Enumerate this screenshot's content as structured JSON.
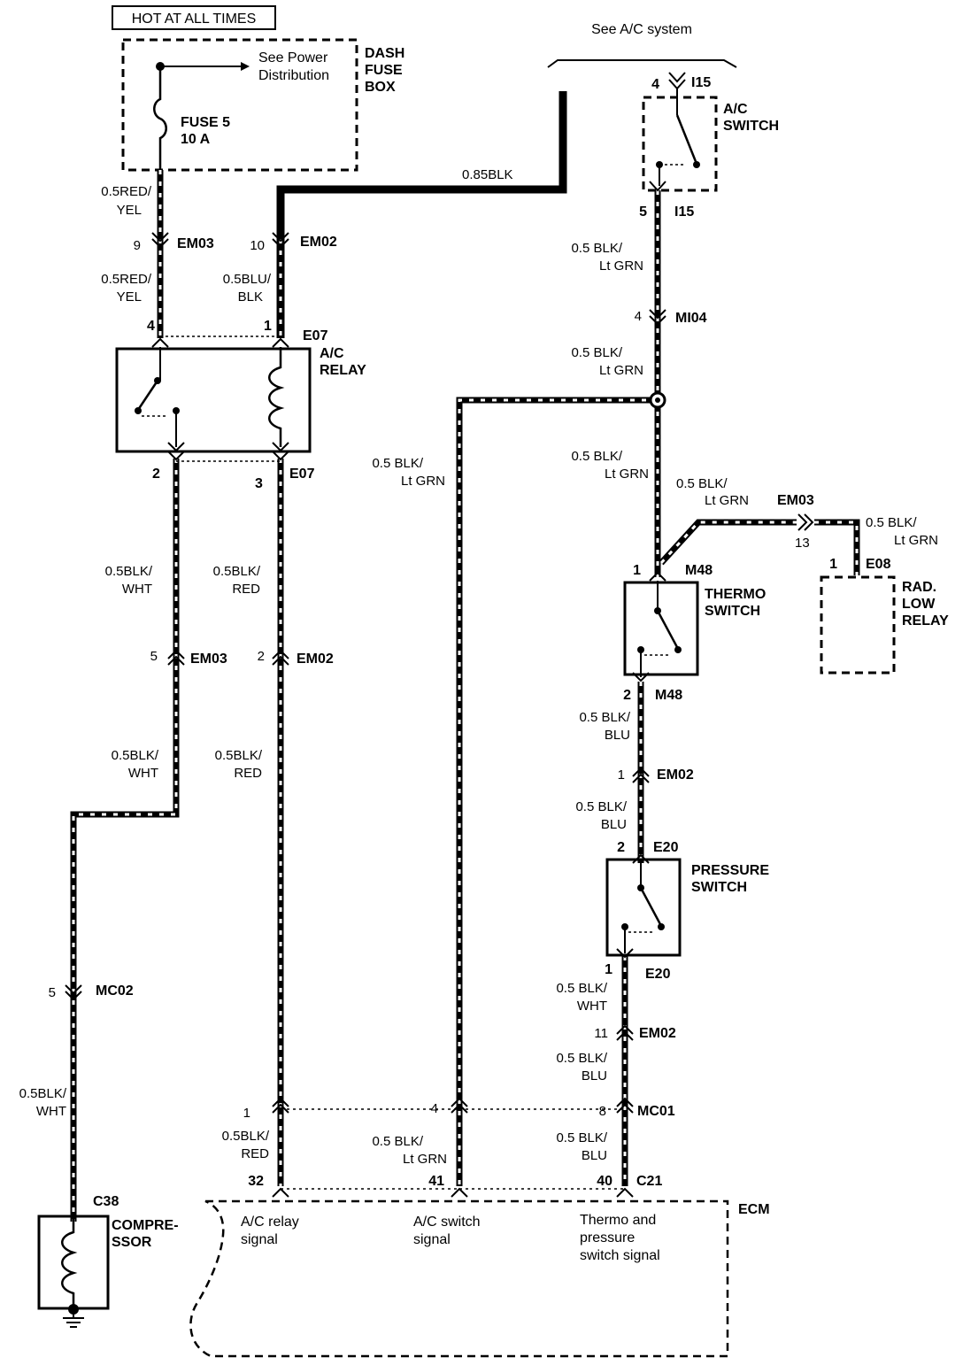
{
  "header": {
    "hot_label": "HOT AT ALL TIMES",
    "see_ac": "See A/C system"
  },
  "fuse_box": {
    "see_power": [
      "See Power",
      "Distribution"
    ],
    "name": [
      "DASH",
      "FUSE",
      "BOX"
    ],
    "fuse": [
      "FUSE 5",
      "10 A"
    ]
  },
  "components": {
    "ac_switch": {
      "name": [
        "A/C",
        "SWITCH"
      ],
      "conn_top": "I15",
      "pin_top": "4",
      "conn_bottom": "I15",
      "pin_bottom": "5"
    },
    "ac_relay": {
      "name": [
        "A/C",
        "RELAY"
      ],
      "conn_top": "E07",
      "conn_bottom": "E07",
      "pins": [
        "4",
        "1",
        "2",
        "3"
      ]
    },
    "thermo": {
      "name": [
        "THERMO",
        "SWITCH"
      ],
      "conn_top": "M48",
      "pin_top": "1",
      "conn_bottom": "M48",
      "pin_bottom": "2"
    },
    "rad_relay": {
      "name": [
        "RAD.",
        "LOW",
        "RELAY"
      ],
      "conn": "E08",
      "pin": "1"
    },
    "pressure": {
      "name": [
        "PRESSURE",
        "SWITCH"
      ],
      "conn_top": "E20",
      "pin_top": "2",
      "conn_bottom": "E20",
      "pin_bottom": "1"
    },
    "compressor": {
      "name": [
        "COMPRE-",
        "SSOR"
      ],
      "conn": "C38"
    },
    "ecm": {
      "name": "ECM",
      "conn": "C21",
      "pins": [
        "32",
        "41",
        "40"
      ],
      "signals": [
        [
          "A/C relay",
          "signal"
        ],
        [
          "A/C switch",
          "signal"
        ],
        [
          "Thermo and",
          "pressure",
          "switch signal"
        ]
      ]
    }
  },
  "wires": [
    [
      "0.5RED/",
      "YEL"
    ],
    [
      "0.5RED/",
      "YEL"
    ],
    [
      "0.85BLK"
    ],
    [
      "0.5BLU/",
      "BLK"
    ],
    [
      "0.5 BLK/",
      "Lt GRN"
    ],
    [
      "0.5 BLK/",
      "Lt GRN"
    ],
    [
      "0.5 BLK/",
      "Lt GRN"
    ],
    [
      "0.5 BLK/",
      "Lt GRN"
    ],
    [
      "0.5 BLK/",
      "Lt GRN"
    ],
    [
      "0.5 BLK/",
      "Lt GRN"
    ],
    [
      "0.5BLK/",
      "WHT"
    ],
    [
      "0.5BLK/",
      "RED"
    ],
    [
      "0.5BLK/",
      "WHT"
    ],
    [
      "0.5BLK/",
      "RED"
    ],
    [
      "0.5BLK/",
      "WHT"
    ],
    [
      "0.5 BLK/",
      "BLU"
    ],
    [
      "0.5 BLK/",
      "BLU"
    ],
    [
      "0.5 BLK/",
      "WHT"
    ],
    [
      "0.5 BLK/",
      "BLU"
    ],
    [
      "0.5BLK/",
      "RED"
    ],
    [
      "0.5 BLK/",
      "Lt GRN"
    ],
    [
      "0.5 BLK/",
      "BLU"
    ]
  ],
  "connectors": [
    {
      "pin": "9",
      "name": "EM03"
    },
    {
      "pin": "10",
      "name": "EM02"
    },
    {
      "pin": "4",
      "name": "MI04"
    },
    {
      "pin": "5",
      "name": "EM03"
    },
    {
      "pin": "2",
      "name": "EM02"
    },
    {
      "pin": "13",
      "name": "EM03"
    },
    {
      "pin": "1",
      "name": "EM02"
    },
    {
      "pin": "5",
      "name": "MC02"
    },
    {
      "pin": "11",
      "name": "EM02"
    },
    {
      "pin": "1",
      "name": ""
    },
    {
      "pin": "4",
      "name": ""
    },
    {
      "pin": "8",
      "name": "MC01"
    }
  ]
}
